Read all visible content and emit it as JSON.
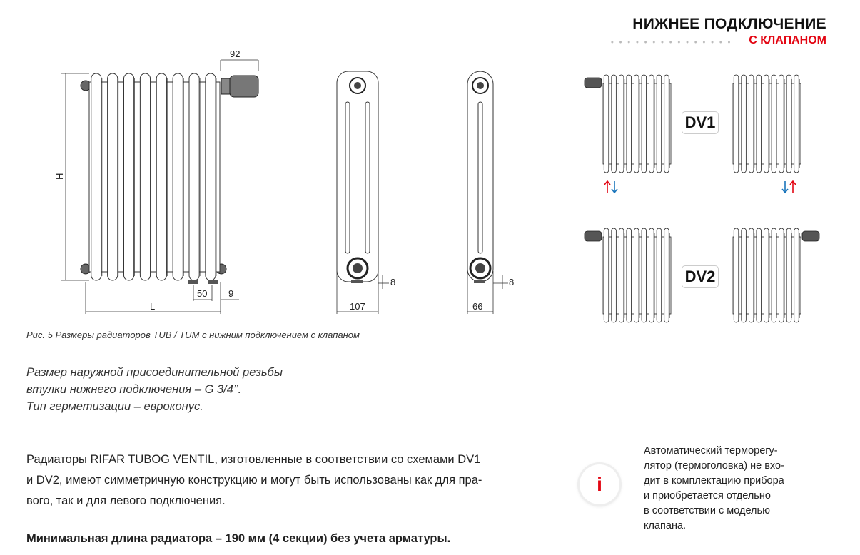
{
  "header": {
    "title": "НИЖНЕЕ ПОДКЛЮЧЕНИЕ",
    "subtitle": "С КЛАПАНОМ"
  },
  "drawing": {
    "dims": {
      "valve": "92",
      "height": "H",
      "connection": "50",
      "offset": "9",
      "length": "L",
      "depth_tub": "107",
      "bottom_tub": "8",
      "depth_tum": "66",
      "bottom_tum": "8"
    }
  },
  "schemes": [
    {
      "label": "DV1"
    },
    {
      "label": "DV2"
    }
  ],
  "colors": {
    "accent": "#e30613",
    "supply": "#e30613",
    "return": "#1a75bb"
  },
  "caption": "Рис. 5 Размеры радиаторов TUB / TUM с нижним подключением с клапаном",
  "spec": [
    "Размер наружной присоединительной резьбы",
    "втулки нижнего подключения – G 3/4’’.",
    "Тип герметизации – евроконус."
  ],
  "body": [
    "Радиаторы RIFAR TUBOG VENTIL, изготовленные в соответствии со схемами DV1",
    "и DV2, имеют симметричную конструкцию и могут быть использованы как для пра-",
    "вого, так и для левого подключения."
  ],
  "min_length": "Минимальная длина радиатора – 190 мм (4 секции) без учета арматуры.",
  "info": {
    "icon": "info-icon",
    "symbol": "i",
    "lines": [
      "Автоматический терморегу-",
      "лятор (термоголовка) не вхо-",
      "дит в комплектацию прибора",
      "и приобретается отдельно",
      "в соответствии с моделью",
      "клапана."
    ]
  }
}
